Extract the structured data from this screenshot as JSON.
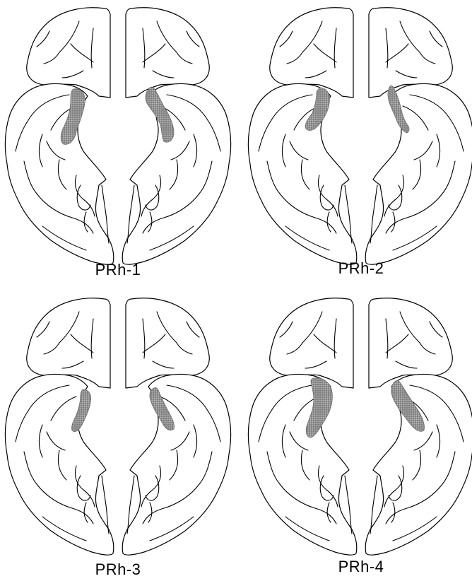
{
  "figure": {
    "panels": [
      {
        "id": "panel-1",
        "label": "PRh-1"
      },
      {
        "id": "panel-2",
        "label": "PRh-2"
      },
      {
        "id": "panel-3",
        "label": "PRh-3"
      },
      {
        "id": "panel-4",
        "label": "PRh-4"
      }
    ],
    "lesion_fill_color": "#8c8c8c",
    "outline_color": "#000000"
  }
}
